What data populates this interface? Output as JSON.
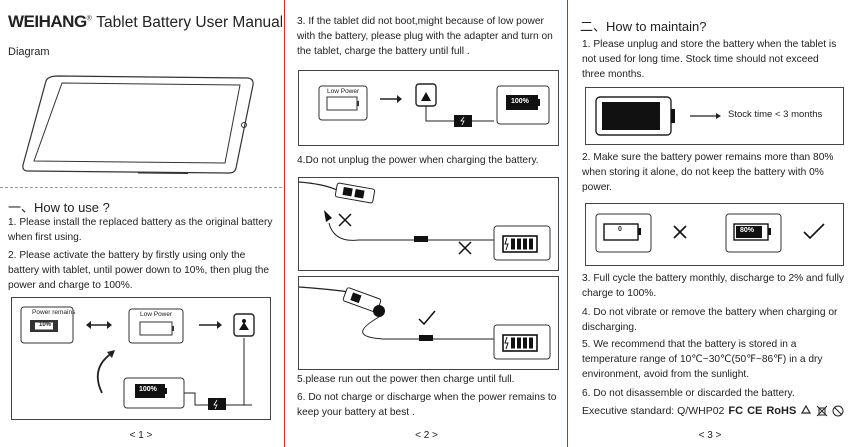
{
  "page1": {
    "brand": "WEIHANG",
    "registered": "®",
    "manual_title": "Tablet Battery User Manual",
    "diagram_label": "Diagram",
    "section_title": "一、How to use ?",
    "steps": [
      "1. Please install the replaced battery as the original battery when first using.",
      "2. Please activate the battery by firstly using only the battery with tablet, until power down to 10%, then plug the power and charge to 100%."
    ],
    "figure": {
      "power_remains_label": "Power remains",
      "percent_10": "10%",
      "low_power_label": "Low Power",
      "percent_100": "100%"
    },
    "page_number": "< 1 >"
  },
  "page2": {
    "step3": "3. If the tablet did not boot,might because of low power with the battery, please plug with the adapter and turn on the tablet, charge the battery until full .",
    "figure3": {
      "low_power_label": "Low Power",
      "percent_100": "100%"
    },
    "step4": "4.Do not unplug the power when charging the battery.",
    "step5": "5.please run out the power then charge until full.",
    "step6": "6. Do not charge or discharge when the power remains to keep your battery at best .",
    "page_number": "< 2 >"
  },
  "page3": {
    "section_title": "二、How to maintain?",
    "step1": "1. Please unplug and store the battery when the tablet is not used for long time. Stock time should not exceed three months.",
    "stock_time_label": "Stock time < 3 months",
    "step2": "2. Make sure the battery power remains more than 80% when storing it alone, do not keep the battery with 0% power.",
    "figure2": {
      "zero": "0",
      "eighty": "80%"
    },
    "step3": "3. Full cycle the battery monthly, discharge to 2% and fully charge to 100%.",
    "step4": "4. Do not vibrate or remove the battery when charging or discharging.",
    "step5": "5. We recommend that the battery is stored in a temperature range of 10℃~30℃(50℉~86℉) in a dry environment, avoid from the sunlight.",
    "step6": "6. Do not disassemble or discarded the battery.",
    "executive_standard": "Executive standard: Q/WHP02",
    "certifications": [
      "FC",
      "CE",
      "RoHS"
    ],
    "page_number": "< 3 >"
  },
  "colors": {
    "separator": "#d9242b",
    "text": "#222222",
    "dark_battery": "#111111"
  }
}
